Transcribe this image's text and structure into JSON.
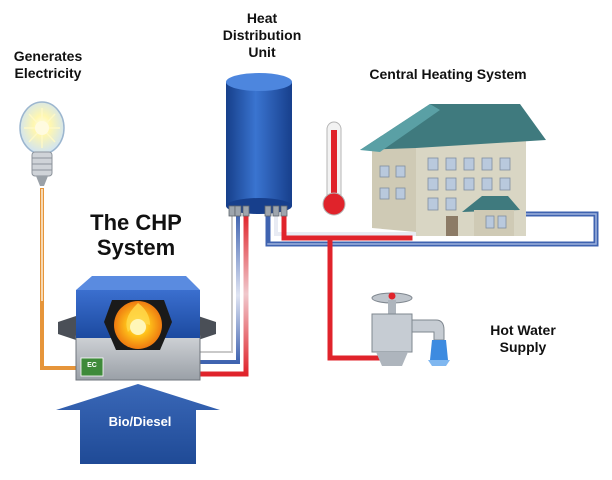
{
  "labels": {
    "generates_electricity": "Generates Electricity",
    "heat_distribution_unit": "Heat Distribution Unit",
    "central_heating_system": "Central Heating System",
    "chp_system": "The CHP System",
    "hot_water_supply": "Hot Water Supply",
    "fuel": "Bio/Diesel",
    "badge": "EC"
  },
  "colors": {
    "hot_pipe": "#e0232b",
    "cold_pipe": "#3f63b0",
    "return_pipe": "#cdd6ee",
    "electric_wire": "#e6953a",
    "unit_blue": "#1f54b0",
    "house_wall": "#d9d6c4",
    "roof": "#3f7a7e",
    "window": "#b9c9dd"
  },
  "icons": [
    "light-bulb-icon",
    "thermometer-icon",
    "house-icon",
    "tap-icon",
    "flame-icon",
    "arrow-up-icon"
  ]
}
